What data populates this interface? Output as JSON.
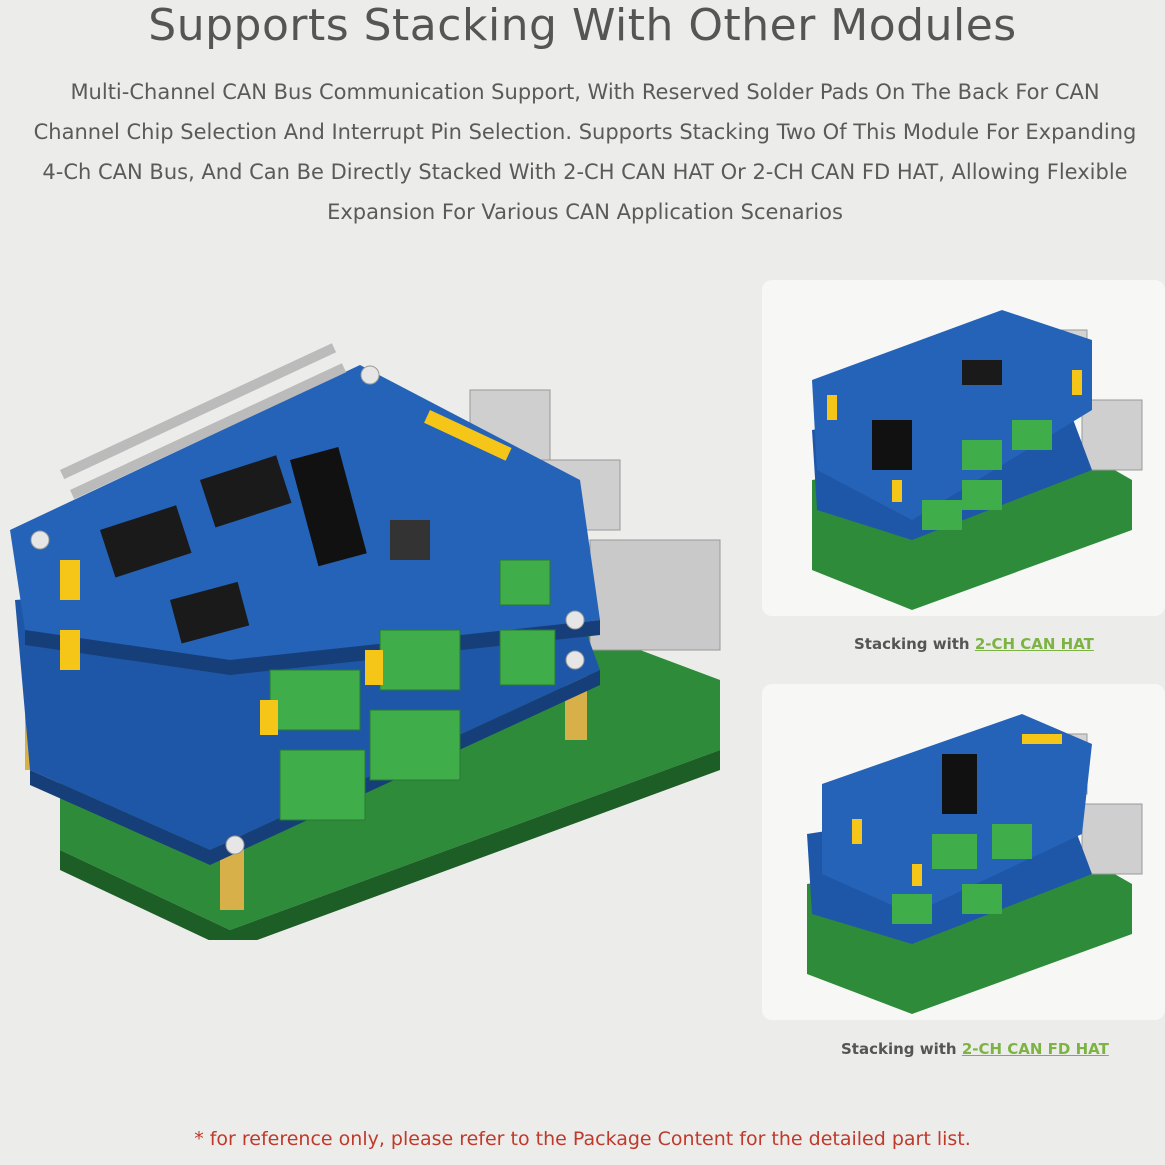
{
  "title": "Supports Stacking With Other Modules",
  "description": "Multi-Channel CAN Bus Communication Support, With Reserved Solder Pads On The Back For CAN Channel Chip Selection And Interrupt Pin Selection. Supports Stacking Two Of This Module For Expanding 4-Ch CAN Bus, And Can Be Directly Stacked With 2-CH CAN HAT Or 2-CH CAN FD HAT, Allowing Flexible Expansion For Various CAN Application Scenarios",
  "captions": [
    {
      "prefix": "Stacking with ",
      "highlight": "2-CH CAN HAT"
    },
    {
      "prefix": "Stacking with ",
      "highlight": "2-CH CAN FD HAT"
    }
  ],
  "note": "* for reference only, please refer to the Package Content for the detailed part list.",
  "colors": {
    "accent_green": "#7cb342",
    "note_red": "#c0392b",
    "board_blue": "#1f57a8",
    "pcb_green": "#2e8b3a"
  }
}
